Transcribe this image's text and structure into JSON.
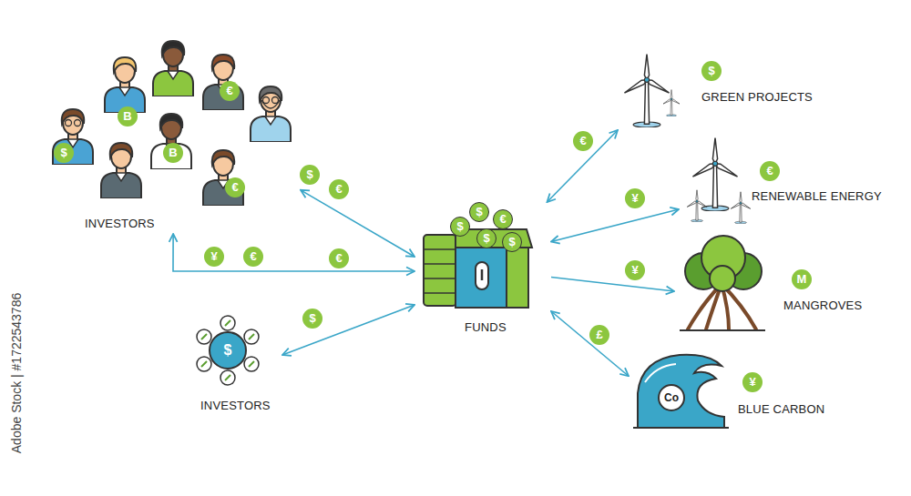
{
  "diagram": {
    "nodes": [
      {
        "text": [
          "INVESTORS"
        ]
      },
      {
        "text": [
          "GREEN PROJECTS"
        ]
      },
      {
        "text": [
          "RENEWABLE ENERGY"
        ]
      },
      {
        "text": [
          "FUNDS"
        ]
      },
      {
        "text": [
          "MANGROVES"
        ]
      },
      {
        "text": [
          "INVESTORS"
        ]
      },
      {
        "text": [
          "BLUE CARBON"
        ]
      }
    ],
    "edges": [
      {
        "from": 0,
        "to": 3,
        "arrow": "both"
      },
      {
        "from": 0,
        "to": 3,
        "arrow": "both"
      },
      {
        "from": 5,
        "to": 3,
        "arrow": "both"
      },
      {
        "from": 3,
        "to": 1,
        "arrow": "both"
      },
      {
        "from": 3,
        "to": 2,
        "arrow": "both"
      },
      {
        "from": 3,
        "to": 4,
        "arrow": "to"
      },
      {
        "from": 3,
        "to": 6,
        "arrow": "both"
      }
    ],
    "labels": [
      "$",
      "B",
      "€",
      "B",
      "€",
      "$",
      "€",
      "¥",
      "€",
      "€",
      "$",
      "$",
      "$",
      "$",
      "€",
      "$",
      "$",
      "€",
      "$",
      "¥",
      "€",
      "¥",
      "M",
      "£",
      "Co",
      "¥",
      "Adobe Stock | #1722543786"
    ]
  }
}
